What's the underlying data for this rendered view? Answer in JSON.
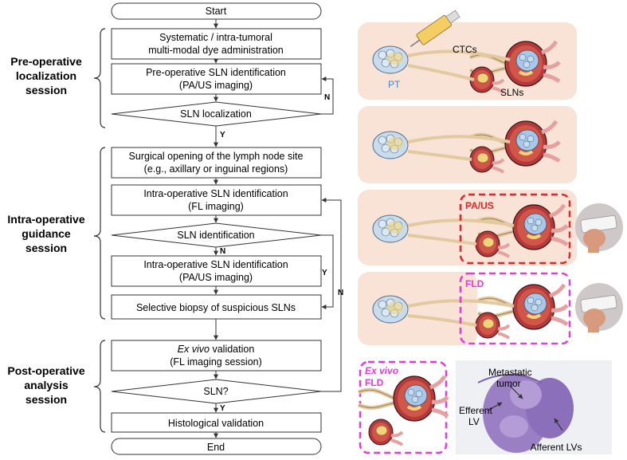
{
  "sessions": {
    "pre": [
      "Pre-operative",
      "localization",
      "session"
    ],
    "intra": [
      "Intra-operative",
      "guidance",
      "session"
    ],
    "post": [
      "Post-operative",
      "analysis",
      "session"
    ]
  },
  "flow": {
    "start": "Start",
    "step1": [
      "Systematic / intra-tumoral",
      "multi-modal dye administration"
    ],
    "step2": [
      "Pre-operative SLN identification",
      "(PA/US imaging)"
    ],
    "decision1": "SLN localization",
    "step3": [
      "Surgical opening of the lymph node site",
      "(e.g., axillary or inguinal regions)"
    ],
    "step4": [
      "Intra-operative SLN identification",
      "(FL imaging)"
    ],
    "decision2": "SLN identification",
    "step5": [
      "Intra-operative SLN identification",
      "(PA/US imaging)"
    ],
    "step6": "Selective biopsy of suspicious SLNs",
    "step7_italic": "Ex vivo",
    "step7_rest": " validation",
    "step7_line2": "(FL imaging session)",
    "decision3": "SLN?",
    "step8": "Histological validation",
    "end": "End",
    "yes": "Y",
    "no": "N"
  },
  "panels": {
    "p1": {
      "ctcs": "CTCs",
      "pt": "PT",
      "slns": "SLNs"
    },
    "p3": {
      "label": "PA/US"
    },
    "p4": {
      "label": "FLD"
    },
    "p5": {
      "exvivo": "Ex vivo",
      "fld": "FLD",
      "metastatic": [
        "Metastatic",
        "tumor"
      ],
      "efferent": [
        "Efferent",
        "LV"
      ],
      "afferent": "Afferent LVs"
    }
  },
  "colors": {
    "panel_bg": "#f8e3d6",
    "red_box": "#e8252a",
    "magenta_box": "#e83ad6",
    "pt_label": "#4a86c5",
    "histology": "#9a7fc4"
  }
}
